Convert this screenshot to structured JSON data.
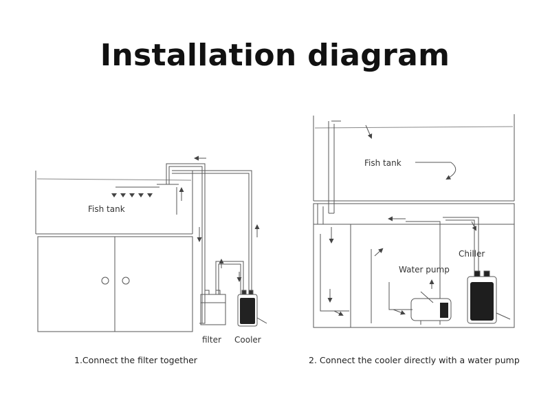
{
  "title": "Installation diagram",
  "left": {
    "tank_label": "Fish tank",
    "filter_label": "filter",
    "cooler_label": "Cooler",
    "caption": "1.Connect the filter together"
  },
  "right": {
    "tank_label": "Fish tank",
    "pump_label": "Water pump",
    "chiller_label": "Chiller",
    "caption": "2. Connect the cooler directly with a water pump"
  }
}
